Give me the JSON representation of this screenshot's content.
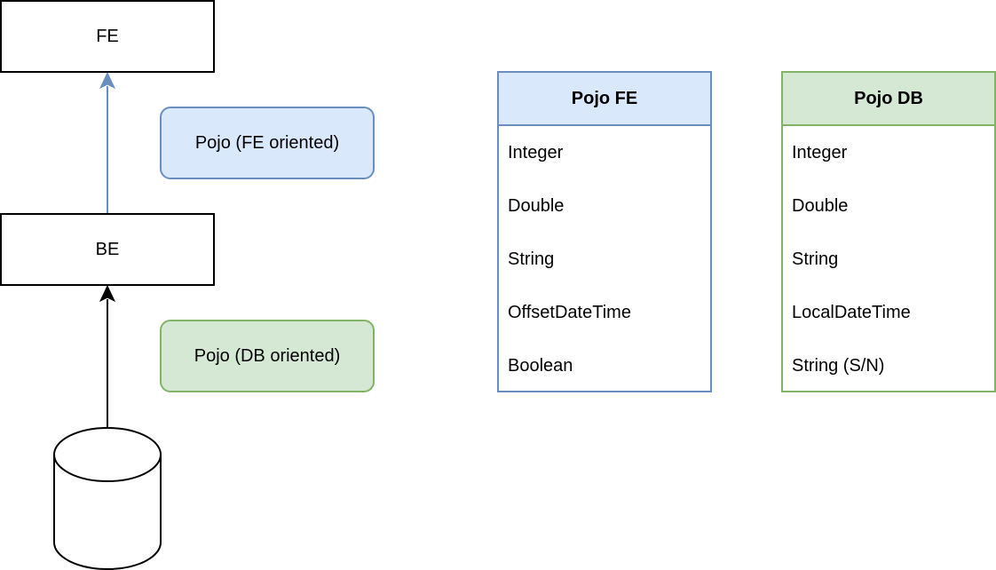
{
  "nodes": {
    "fe": "FE",
    "be": "BE"
  },
  "notes": {
    "fe_oriented": "Pojo (FE oriented)",
    "db_oriented": "Pojo (DB oriented)"
  },
  "classes": {
    "pojo_fe": {
      "title": "Pojo FE",
      "fields": [
        "Integer",
        "Double",
        "String",
        "OffsetDateTime",
        "Boolean"
      ]
    },
    "pojo_db": {
      "title": "Pojo DB",
      "fields": [
        "Integer",
        "Double",
        "String",
        "LocalDateTime",
        "String (S/N)"
      ]
    }
  },
  "colors": {
    "blue_fill": "#dae8fc",
    "blue_stroke": "#6c8ebf",
    "green_fill": "#d5e8d4",
    "green_stroke": "#82b366"
  }
}
